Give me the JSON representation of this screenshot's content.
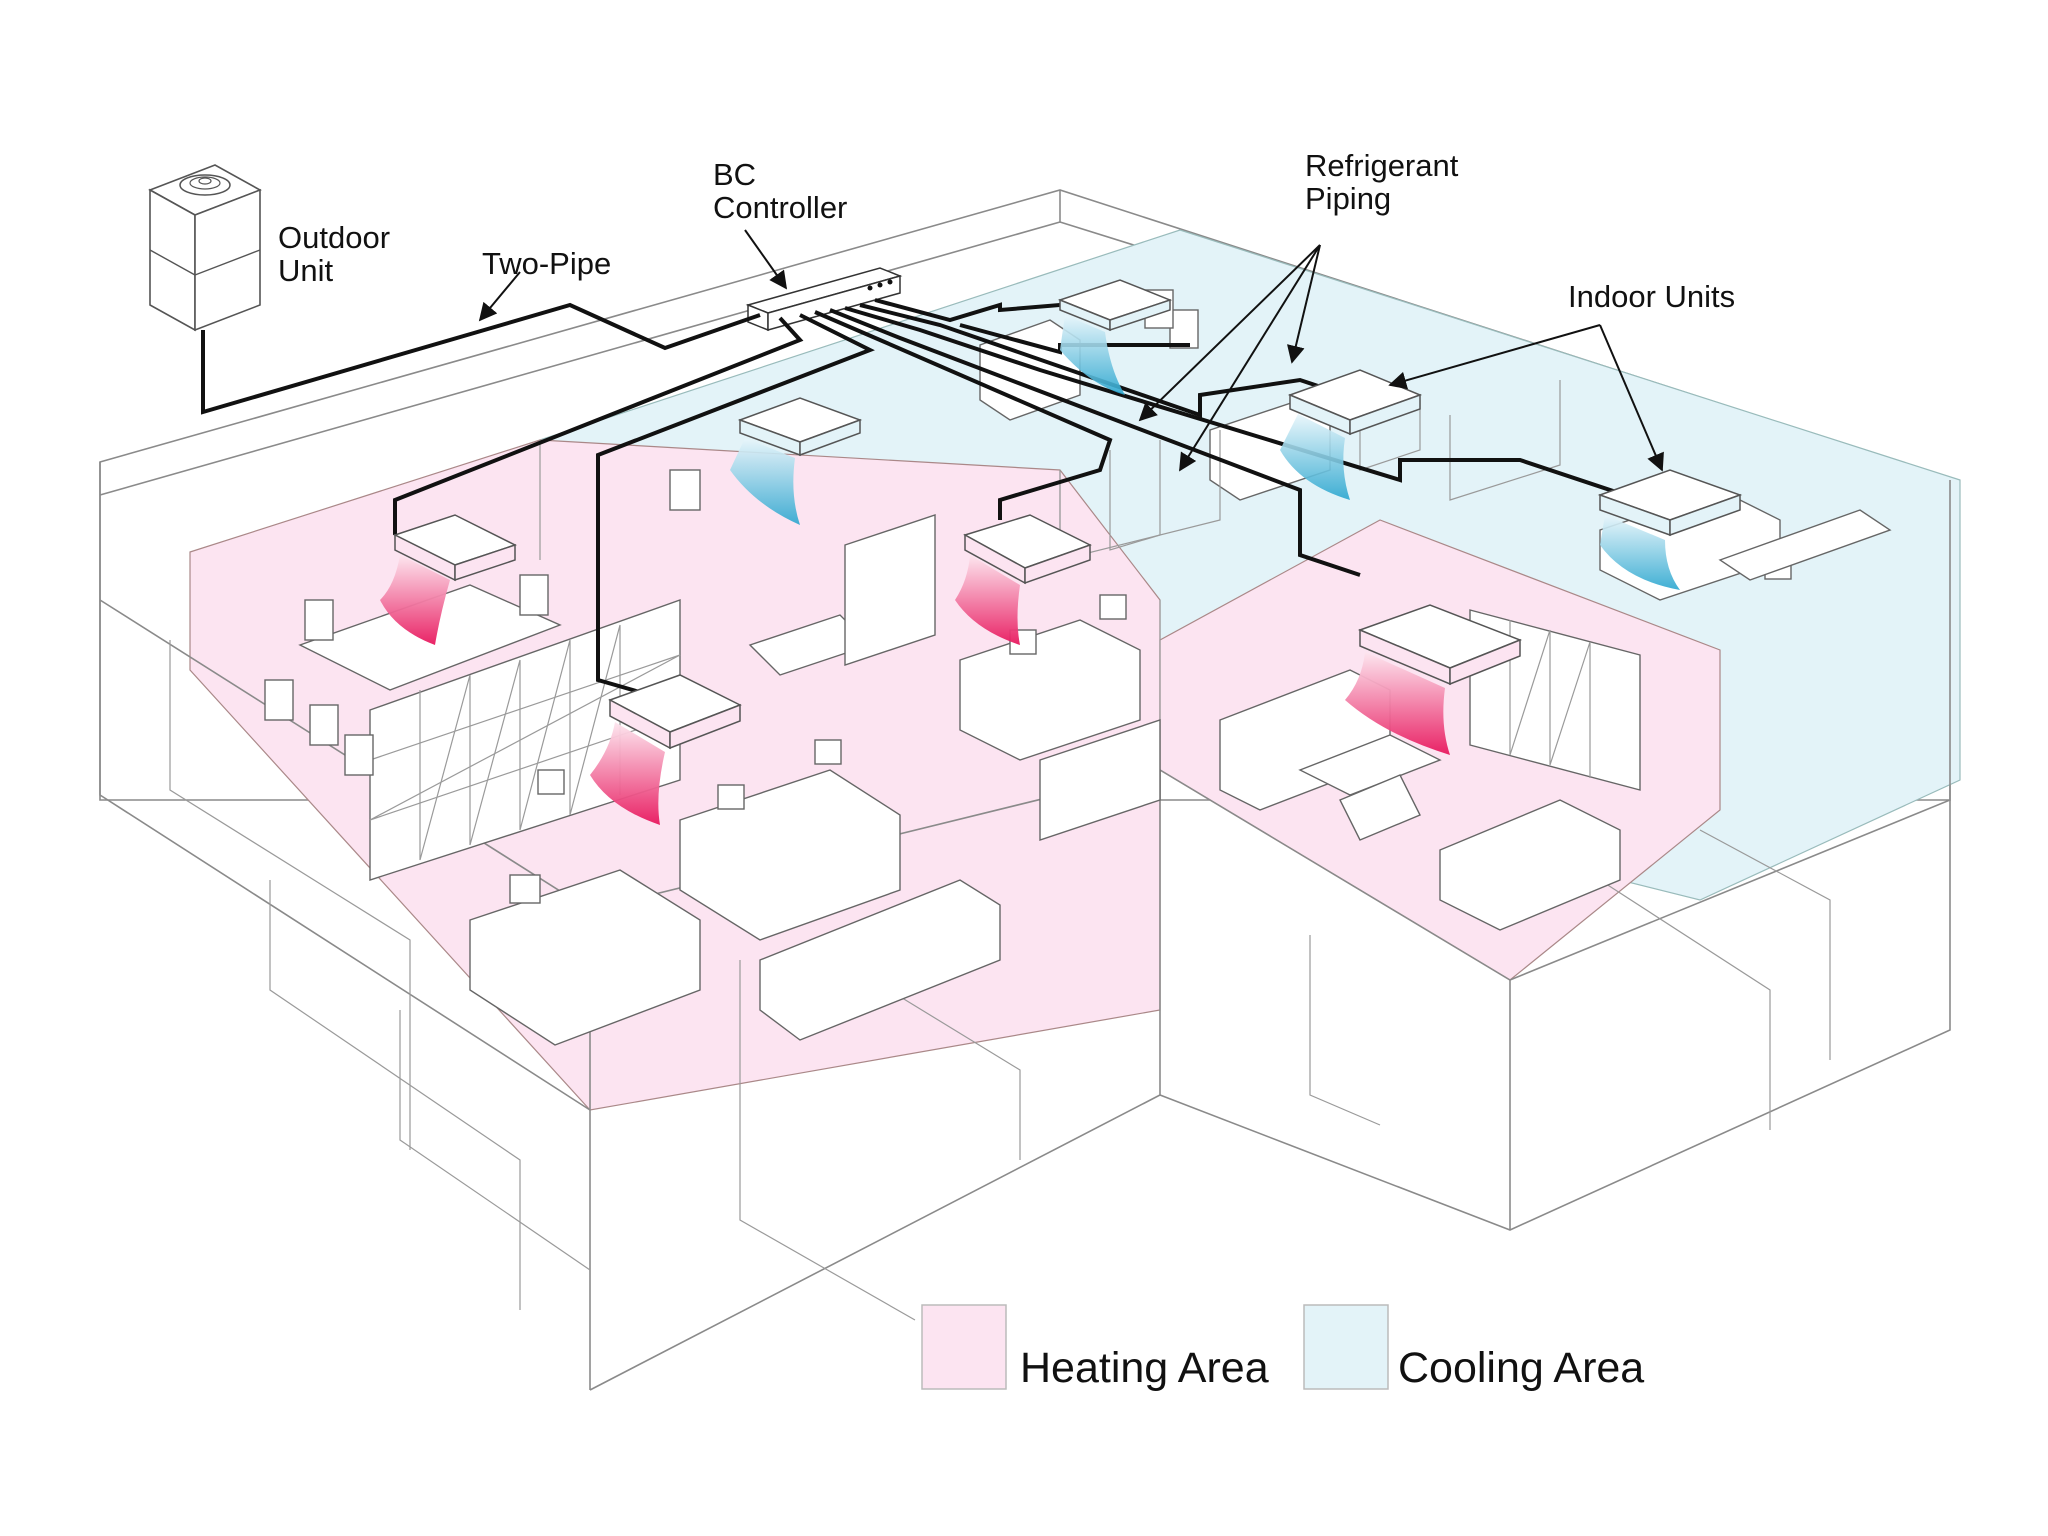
{
  "labels": {
    "outdoor_unit_line1": "Outdoor",
    "outdoor_unit_line2": "Unit",
    "two_pipe": "Two-Pipe",
    "bc_controller_line1": "BC",
    "bc_controller_line2": "Controller",
    "refrigerant_piping_line1": "Refrigerant",
    "refrigerant_piping_line2": "Piping",
    "indoor_units": "Indoor Units"
  },
  "legend": {
    "heating": "Heating Area",
    "cooling": "Cooling Area"
  },
  "colors": {
    "heating_fill": "#fce4f1",
    "cooling_fill": "#e3f3f8",
    "heating_air": "#e8185e",
    "cooling_air": "#2aa6cf",
    "pipe": "#111111",
    "wall": "#8a8a8a"
  }
}
